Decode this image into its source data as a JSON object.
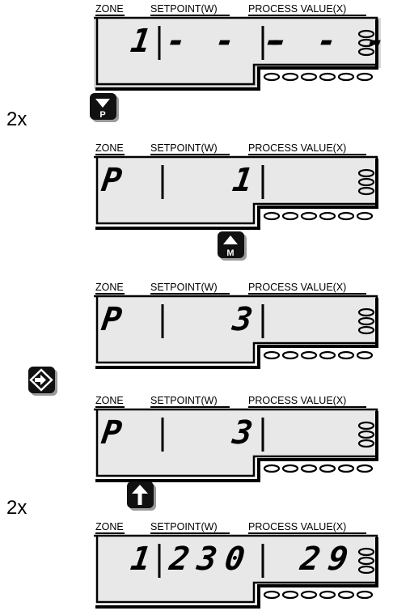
{
  "headers": {
    "zone": "ZONE",
    "setpoint": "SETPOINT(W)",
    "process_value": "PROCESS VALUE(X)"
  },
  "steps": [
    {
      "zone": "1",
      "setpoint": "- - -",
      "process_value": "- - -"
    },
    {
      "zone": "P",
      "setpoint": "1",
      "process_value": ""
    },
    {
      "zone": "P",
      "setpoint": "3",
      "process_value": ""
    },
    {
      "zone": "P",
      "setpoint": "3",
      "process_value": ""
    },
    {
      "zone": "1",
      "setpoint": "230",
      "process_value": "29"
    }
  ],
  "keys": [
    {
      "repeat": "2x",
      "icon": "down-p-key-icon",
      "key_label": "P"
    },
    {
      "repeat": "",
      "icon": "up-m-key-icon",
      "key_label": "M"
    },
    {
      "repeat": "",
      "icon": "enter-key-icon"
    },
    {
      "repeat": "2x",
      "icon": "up-arrow-key-icon"
    }
  ]
}
